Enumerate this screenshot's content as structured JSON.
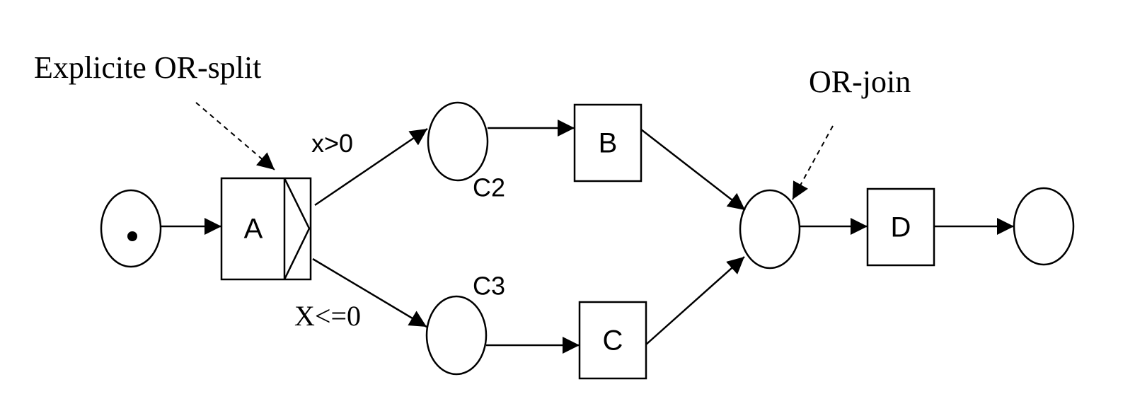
{
  "annotations": {
    "or_split": "Explicite OR-split",
    "or_join": "OR-join"
  },
  "transitions": {
    "a": "A",
    "b": "B",
    "c": "C",
    "d": "D"
  },
  "places": {
    "c2": "C2",
    "c3": "C3"
  },
  "conditions": {
    "upper": "x>0",
    "lower": "X<=0"
  }
}
